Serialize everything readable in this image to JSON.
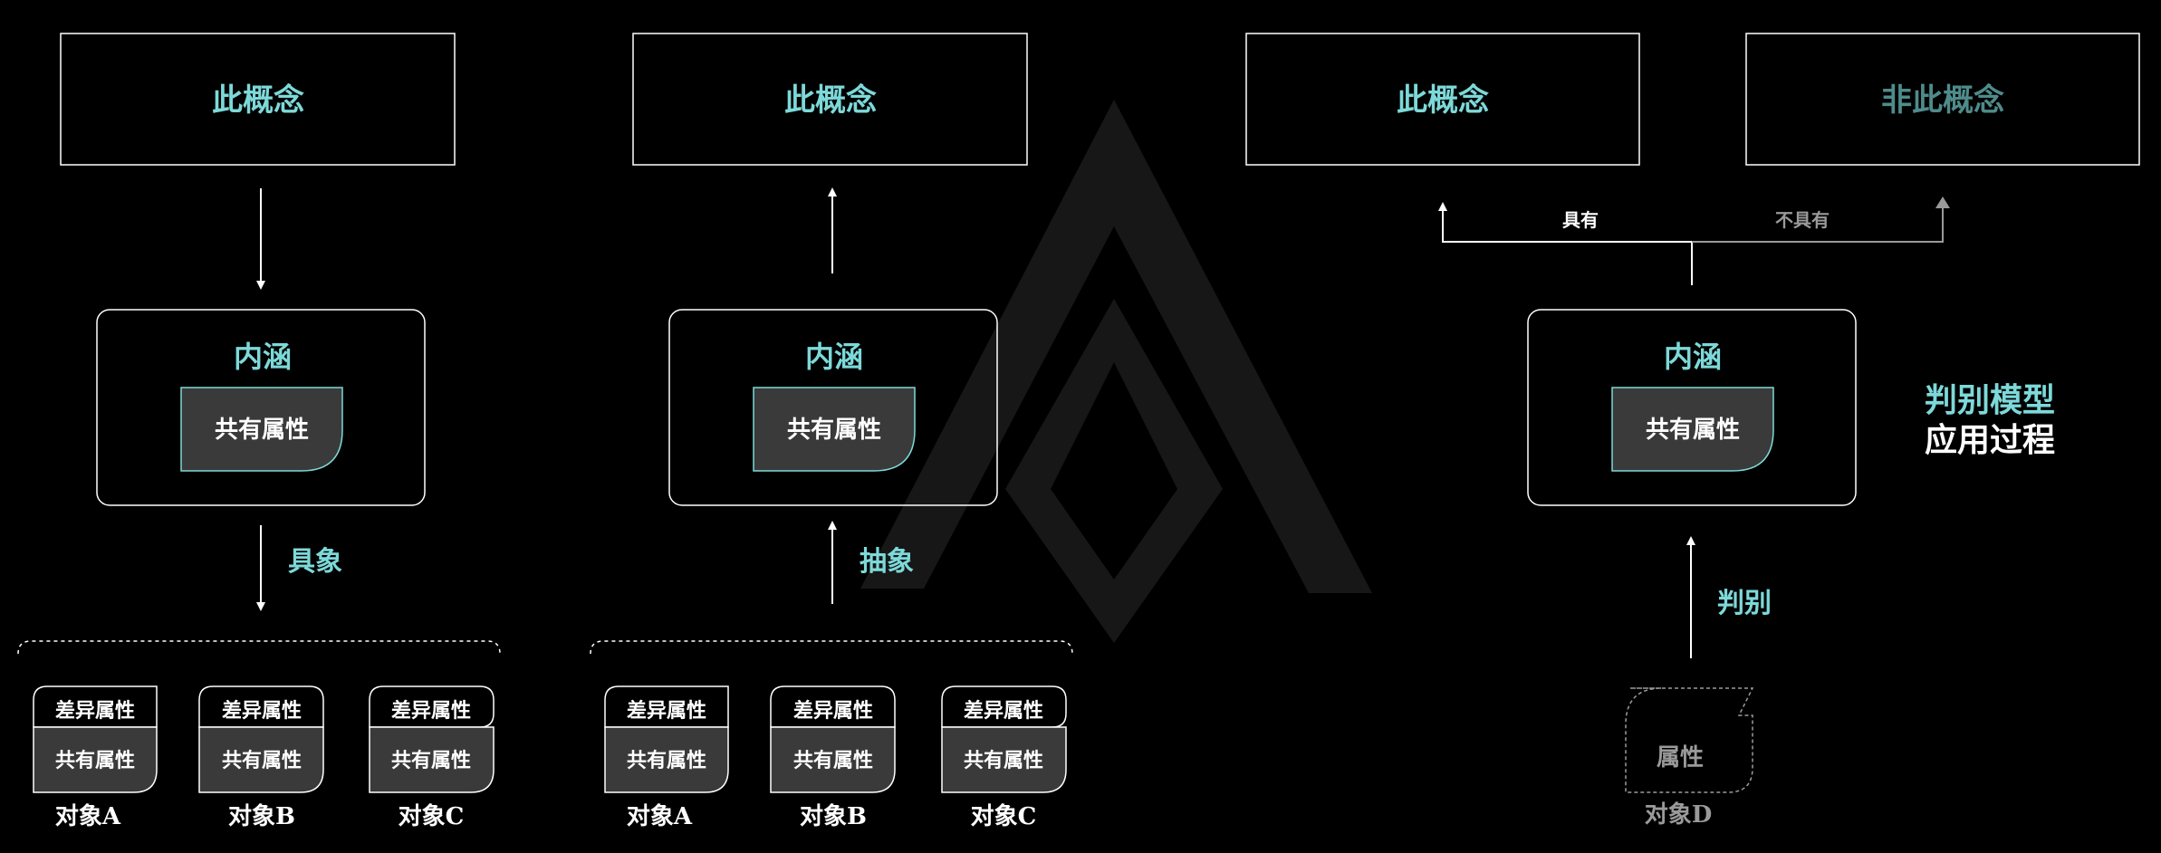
{
  "colors": {
    "background": "#000000",
    "accent": "#7dd9d9",
    "accent_dim": "#4f8b8b",
    "box_fill": "#3a3a3a",
    "line": "#ffffff",
    "muted": "#9a9a9a"
  },
  "diagram1": {
    "concept": "此概念",
    "intension": "内涵",
    "shared": "共有属性",
    "arrow_label": "具象",
    "objects": [
      {
        "diff": "差异属性",
        "shared": "共有属性",
        "name": "对象A"
      },
      {
        "diff": "差异属性",
        "shared": "共有属性",
        "name": "对象B"
      },
      {
        "diff": "差异属性",
        "shared": "共有属性",
        "name": "对象C"
      }
    ]
  },
  "diagram2": {
    "concept": "此概念",
    "intension": "内涵",
    "shared": "共有属性",
    "arrow_label": "抽象",
    "objects": [
      {
        "diff": "差异属性",
        "shared": "共有属性",
        "name": "对象A"
      },
      {
        "diff": "差异属性",
        "shared": "共有属性",
        "name": "对象B"
      },
      {
        "diff": "差异属性",
        "shared": "共有属性",
        "name": "对象C"
      }
    ]
  },
  "diagram3": {
    "concept": "此概念",
    "non_concept": "非此概念",
    "has": "具有",
    "not_has": "不具有",
    "intension": "内涵",
    "shared": "共有属性",
    "arrow_label": "判别",
    "attribute": "属性",
    "object": "对象D",
    "title_line1": "判别模型",
    "title_line2": "应用过程"
  }
}
